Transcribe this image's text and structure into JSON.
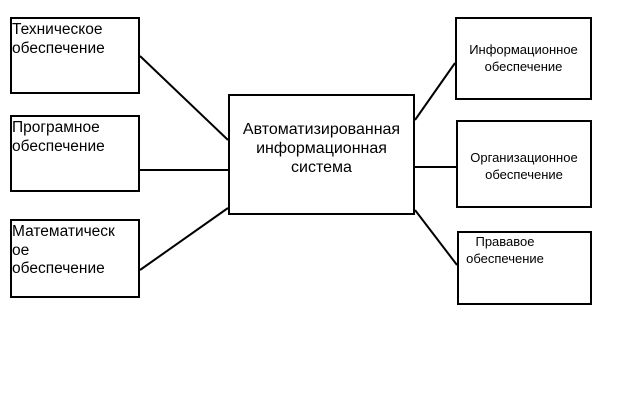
{
  "diagram": {
    "center": {
      "label": "Автоматизированная\nинформационная\nсистема"
    },
    "left_nodes": [
      {
        "label": "Техническое\nобеспечение"
      },
      {
        "label": "Програмное\nобеспечение"
      },
      {
        "label": "Математическ\nое\nобеспечение"
      }
    ],
    "right_nodes": [
      {
        "label": "Информационное\nобеспечение"
      },
      {
        "label": "Организационное\nобеспечение"
      },
      {
        "label": "Прававое\nобеспечение"
      }
    ]
  }
}
